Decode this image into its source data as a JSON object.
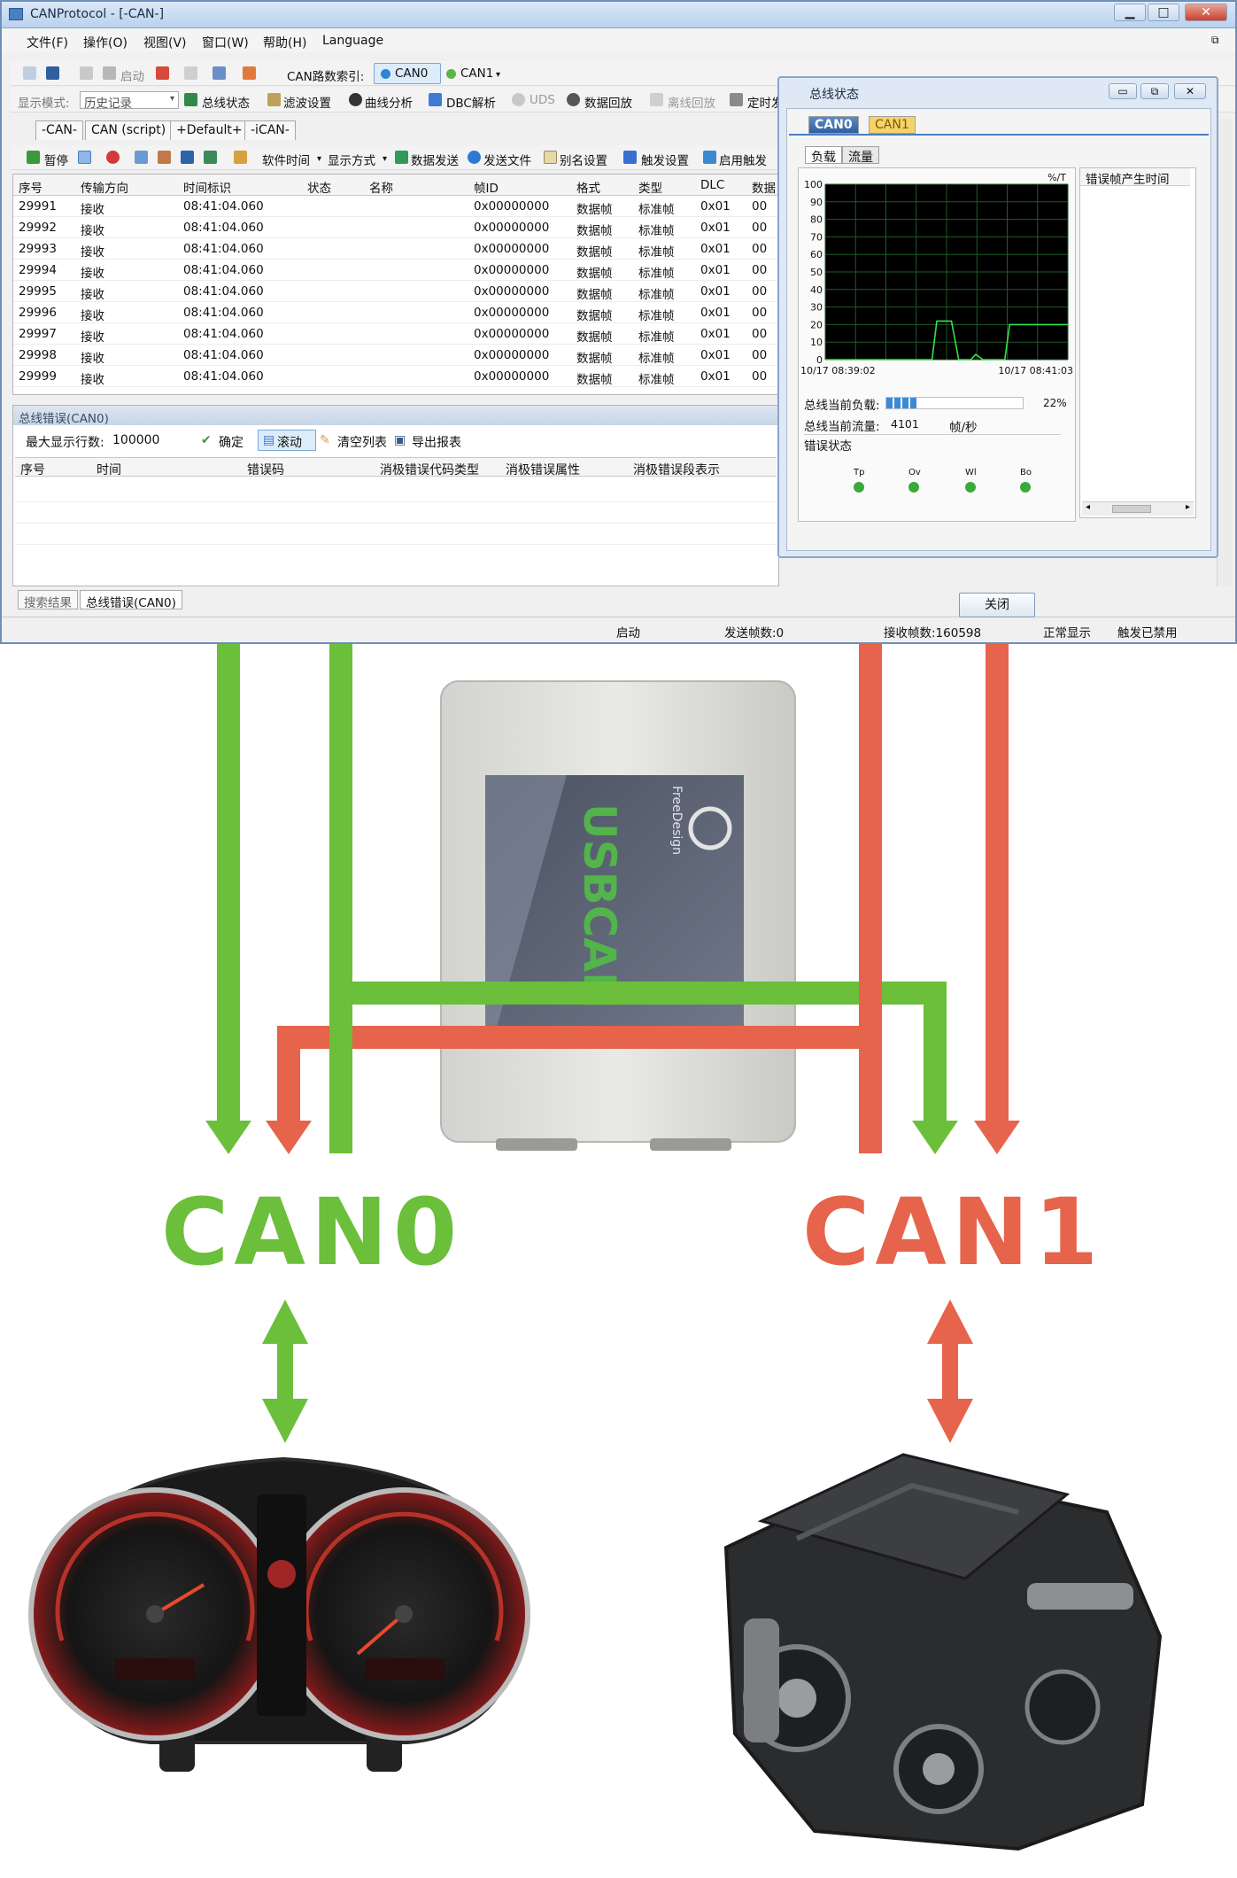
{
  "window": {
    "title": "CANProtocol - [-CAN-]",
    "controls": {
      "minimize": "▁",
      "maximize": "□",
      "close": "✕"
    }
  },
  "menu": [
    "文件(F)",
    "操作(O)",
    "视图(V)",
    "窗口(W)",
    "帮助(H)",
    "Language"
  ],
  "toolbar1": {
    "start": "启动",
    "can_index_label": "CAN路数索引:",
    "can0": "CAN0",
    "can1": "CAN1"
  },
  "toolbar2": {
    "display_mode_label": "显示模式:",
    "display_mode_value": "历史记录",
    "items": [
      "总线状态",
      "滤波设置",
      "曲线分析",
      "DBC解析",
      "UDS",
      "数据回放",
      "离线回放",
      "定时发"
    ]
  },
  "tabs": [
    "-CAN-",
    "CAN (script)",
    "+Default+",
    "-iCAN-"
  ],
  "toolbar3": [
    "暂停",
    "软件时间",
    "显示方式",
    "数据发送",
    "发送文件",
    "别名设置",
    "触发设置",
    "启用触发"
  ],
  "grid": {
    "columns": [
      "序号",
      "传输方向",
      "时间标识",
      "状态",
      "名称",
      "帧ID",
      "格式",
      "类型",
      "DLC",
      "数据"
    ],
    "rows": [
      [
        "29991",
        "接收",
        "08:41:04.060",
        "",
        "",
        "0x00000000",
        "数据帧",
        "标准帧",
        "0x01",
        "00"
      ],
      [
        "29992",
        "接收",
        "08:41:04.060",
        "",
        "",
        "0x00000000",
        "数据帧",
        "标准帧",
        "0x01",
        "00"
      ],
      [
        "29993",
        "接收",
        "08:41:04.060",
        "",
        "",
        "0x00000000",
        "数据帧",
        "标准帧",
        "0x01",
        "00"
      ],
      [
        "29994",
        "接收",
        "08:41:04.060",
        "",
        "",
        "0x00000000",
        "数据帧",
        "标准帧",
        "0x01",
        "00"
      ],
      [
        "29995",
        "接收",
        "08:41:04.060",
        "",
        "",
        "0x00000000",
        "数据帧",
        "标准帧",
        "0x01",
        "00"
      ],
      [
        "29996",
        "接收",
        "08:41:04.060",
        "",
        "",
        "0x00000000",
        "数据帧",
        "标准帧",
        "0x01",
        "00"
      ],
      [
        "29997",
        "接收",
        "08:41:04.060",
        "",
        "",
        "0x00000000",
        "数据帧",
        "标准帧",
        "0x01",
        "00"
      ],
      [
        "29998",
        "接收",
        "08:41:04.060",
        "",
        "",
        "0x00000000",
        "数据帧",
        "标准帧",
        "0x01",
        "00"
      ],
      [
        "29999",
        "接收",
        "08:41:04.060",
        "",
        "",
        "0x00000000",
        "数据帧",
        "标准帧",
        "0x01",
        "00"
      ]
    ]
  },
  "error_panel": {
    "title": "总线错误(CAN0)",
    "max_rows_label": "最大显示行数:",
    "max_rows_value": "100000",
    "confirm": "确定",
    "scroll": "滚动",
    "clear": "清空列表",
    "export": "导出报表",
    "columns": [
      "序号",
      "时间",
      "错误码",
      "消极错误代码类型",
      "消极错误属性",
      "消极错误段表示"
    ]
  },
  "bottom_tabs": [
    "搜索结果",
    "总线错误(CAN0)"
  ],
  "status_bar": {
    "state": "启动",
    "sent": "发送帧数:0",
    "received": "接收帧数:160598",
    "display": "正常显示",
    "trigger": "触发已禁用"
  },
  "bus_dialog": {
    "title": "总线状态",
    "channel_tabs": [
      "CAN0",
      "CAN1"
    ],
    "sub_tabs": [
      "负载",
      "流量"
    ],
    "unit_label": "%/T",
    "y_ticks": [
      "100",
      "90",
      "80",
      "70",
      "60",
      "50",
      "40",
      "30",
      "20",
      "10",
      "0"
    ],
    "x_start": "10/17 08:39:02",
    "x_end": "10/17 08:41:03",
    "load_label": "总线当前负载:",
    "load_percent": "22%",
    "load_value": 22,
    "flow_label": "总线当前流量:",
    "flow_value": "4101",
    "flow_unit": "帧/秒",
    "error_state_label": "错误状态",
    "indicators": [
      "Tp",
      "Ov",
      "Wl",
      "Bo"
    ],
    "error_list_header": "错误帧产生时间",
    "close": "关闭"
  },
  "chart_data": {
    "type": "line",
    "ylim": [
      0,
      100
    ],
    "x_labels": [
      "10/17 08:39:02",
      "10/17 08:41:03"
    ],
    "series": [
      {
        "x": [
          0,
          0.44,
          0.46,
          0.52,
          0.55,
          0.6,
          0.62,
          0.65,
          0.74,
          0.76,
          1.0
        ],
        "values": [
          0,
          0,
          22,
          22,
          0,
          0,
          3,
          0,
          0,
          20,
          20
        ]
      }
    ],
    "grid": true
  },
  "device": {
    "name": "USBCAN",
    "brand": "FreeDesign"
  },
  "labels": {
    "can0": "CAN0",
    "can1": "CAN1"
  },
  "colors": {
    "green": "#6bbf3a",
    "red": "#e5644b"
  }
}
